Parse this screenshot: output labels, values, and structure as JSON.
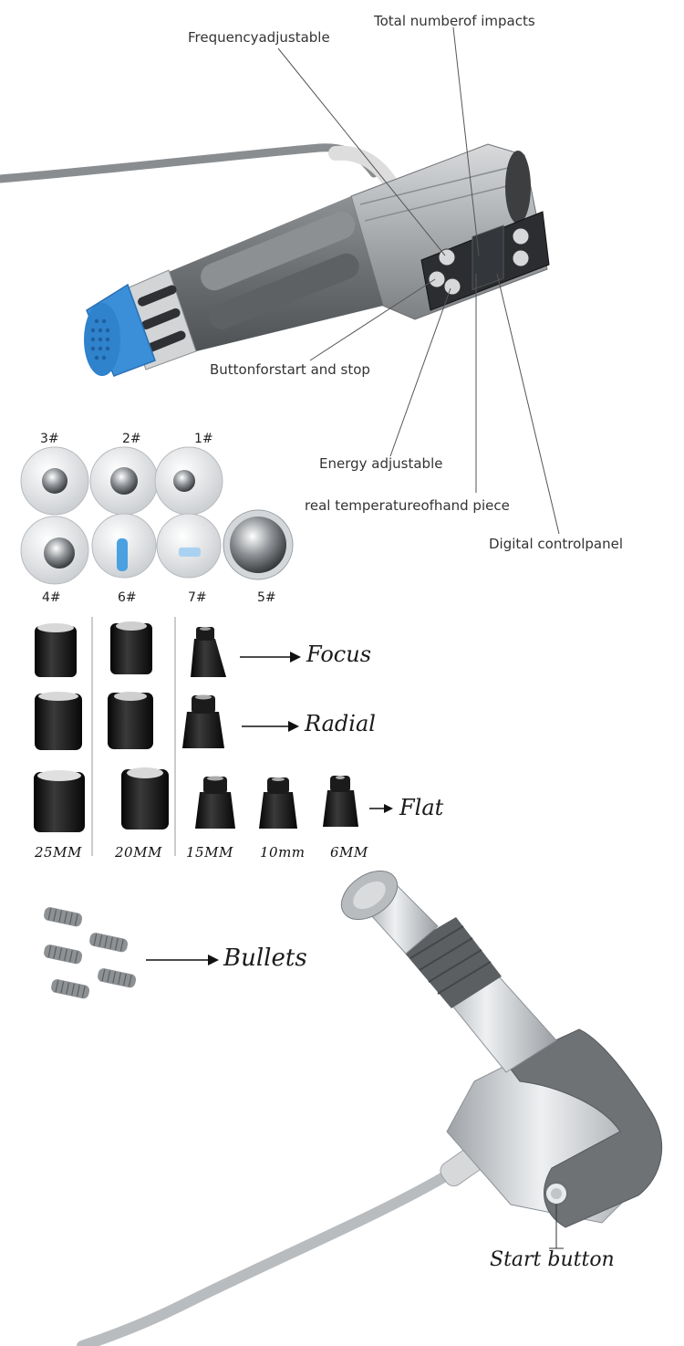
{
  "callouts": {
    "total_impacts": "Total numberof impacts",
    "frequency": "Frequencyadjustable",
    "start_stop": "Buttonforstart and stop",
    "energy": "Energy adjustable",
    "temperature": "real temperatureofhand piece",
    "control_panel": "Digital controlpanel"
  },
  "transmitters": {
    "top_row": [
      "3#",
      "2#",
      "1#"
    ],
    "bottom_row": [
      "4#",
      "6#",
      "7#",
      "5#"
    ]
  },
  "heads": {
    "focus": "Focus",
    "radial": "Radial",
    "flat": "Flat",
    "sizes": [
      "25MM",
      "20MM",
      "15MM",
      "10mm",
      "6MM"
    ]
  },
  "bullets_label": "Bullets",
  "start_button_label": "Start button",
  "colors": {
    "cable": "#8a8d90",
    "handle_grey": "#6f7275",
    "housing_silver": "#c7cacd",
    "cap_blue": "#3a8fd8",
    "head_black": "#141414"
  }
}
